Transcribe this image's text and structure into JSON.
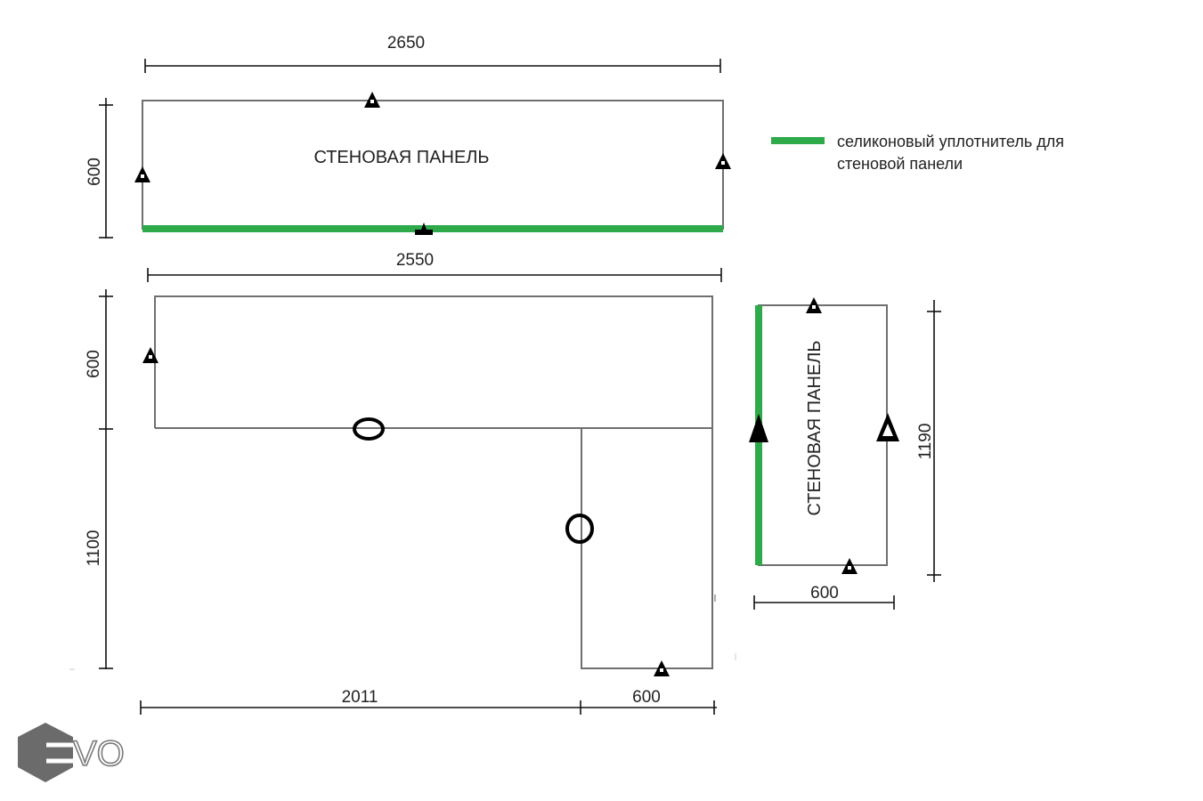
{
  "top_panel": {
    "label": "СТЕНОВАЯ ПАНЕЛЬ",
    "dim_width": "2650",
    "dim_height": "600"
  },
  "countertop": {
    "dim_top_width": "2550",
    "dim_left_upper": "600",
    "dim_left_lower": "1100",
    "dim_bottom_left": "2011",
    "dim_bottom_right": "600"
  },
  "side_panel": {
    "label": "СТЕНОВАЯ ПАНЕЛЬ",
    "dim_width": "600",
    "dim_height": "1190"
  },
  "legend": {
    "line1": "селиконовый уплотнитель для",
    "line2": "стеновой панели",
    "color": "#2eaa4a"
  },
  "logo": {
    "text": "VO",
    "icon": "hexagon-logo-icon"
  },
  "colors": {
    "outline": "#6f6f6f",
    "dimension": "#111111",
    "seal": "#2eaa4a",
    "marker": "#000000"
  }
}
